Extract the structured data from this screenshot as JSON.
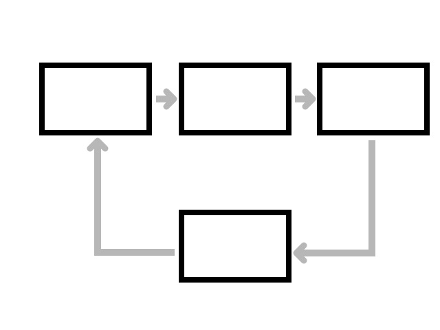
{
  "diagram": {
    "type": "cycle-flowchart",
    "colors": {
      "box_stroke": "#000000",
      "box_fill": "#ffffff",
      "arrow": "#b7b7b7",
      "background": "#ffffff"
    },
    "nodes": [
      {
        "id": "box-top-left",
        "label": ""
      },
      {
        "id": "box-top-middle",
        "label": ""
      },
      {
        "id": "box-top-right",
        "label": ""
      },
      {
        "id": "box-bottom-middle",
        "label": ""
      }
    ],
    "edges": [
      {
        "from": "box-top-left",
        "to": "box-top-middle"
      },
      {
        "from": "box-top-middle",
        "to": "box-top-right"
      },
      {
        "from": "box-top-right",
        "to": "box-bottom-middle"
      },
      {
        "from": "box-bottom-middle",
        "to": "box-top-left"
      }
    ]
  }
}
